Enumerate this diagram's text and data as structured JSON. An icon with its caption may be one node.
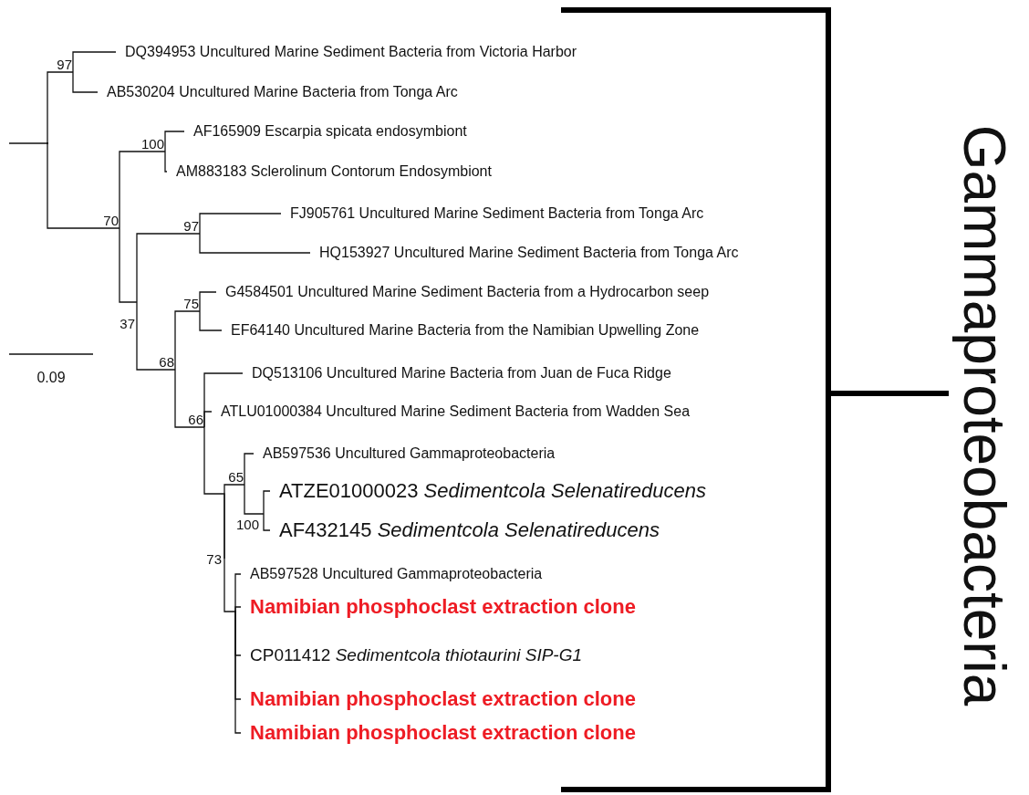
{
  "diagram": {
    "nodes": [
      {
        "text": [],
        "shape": "point"
      },
      {
        "text": [
          "97"
        ]
      },
      {
        "text": [
          "DQ394953 Uncultured Marine Sediment Bacteria from Victoria Harbor"
        ]
      },
      {
        "text": [
          "AB530204 Uncultured Marine Bacteria from Tonga Arc"
        ]
      },
      {
        "text": [
          "70"
        ]
      },
      {
        "text": [
          "100"
        ]
      },
      {
        "text": [
          "AF165909 Escarpia spicata endosymbiont"
        ]
      },
      {
        "text": [
          "AM883183 Sclerolinum Contorum Endosymbiont"
        ]
      },
      {
        "text": [
          "37"
        ]
      },
      {
        "text": [
          "97"
        ]
      },
      {
        "text": [
          "FJ905761 Uncultured Marine Sediment Bacteria from Tonga Arc"
        ]
      },
      {
        "text": [
          "HQ153927 Uncultured Marine Sediment Bacteria from Tonga Arc"
        ]
      },
      {
        "text": [
          "68"
        ]
      },
      {
        "text": [
          "75"
        ]
      },
      {
        "text": [
          "G4584501 Uncultured Marine Sediment Bacteria from a Hydrocarbon seep"
        ]
      },
      {
        "text": [
          "EF64140 Uncultured Marine Bacteria from the Namibian Upwelling Zone"
        ]
      },
      {
        "text": [
          "66"
        ]
      },
      {
        "text": [
          "DQ513106 Uncultured Marine Bacteria from Juan de Fuca Ridge"
        ]
      },
      {
        "text": [
          "ATLU01000384 Uncultured Marine Sediment Bacteria from Wadden Sea"
        ]
      },
      {
        "text": [
          "73"
        ]
      },
      {
        "text": [
          "65"
        ]
      },
      {
        "text": [
          "AB597536 Uncultured Gammaproteobacteria"
        ]
      },
      {
        "text": [
          "100"
        ]
      },
      {
        "text": [
          "ATZE01000023 *Sedimentcola Selenatireducens*"
        ]
      },
      {
        "text": [
          "AF432145 *Sedimentcola Selenatireducens*"
        ]
      },
      {
        "text": [],
        "shape": "point"
      },
      {
        "text": [
          "AB597528 Uncultured Gammaproteobacteria"
        ]
      },
      {
        "text": [
          "Namibian phosphoclast extraction clone"
        ]
      },
      {
        "text": [
          "CP011412 *Sedimentcola thiotaurini SIP-G1*"
        ]
      },
      {
        "text": [
          "Namibian phosphoclast extraction clone"
        ]
      },
      {
        "text": [
          "Namibian phosphoclast extraction clone"
        ]
      }
    ],
    "edges": [
      {
        "from": null,
        "to": 0,
        "arrow": "none"
      },
      {
        "from": 0,
        "to": 1,
        "arrow": "none"
      },
      {
        "from": 0,
        "to": 4,
        "arrow": "none"
      },
      {
        "from": 1,
        "to": 2,
        "arrow": "none"
      },
      {
        "from": 1,
        "to": 3,
        "arrow": "none"
      },
      {
        "from": 4,
        "to": 5,
        "arrow": "none"
      },
      {
        "from": 4,
        "to": 8,
        "arrow": "none"
      },
      {
        "from": 5,
        "to": 6,
        "arrow": "none"
      },
      {
        "from": 5,
        "to": 7,
        "arrow": "none"
      },
      {
        "from": 8,
        "to": 9,
        "arrow": "none"
      },
      {
        "from": 8,
        "to": 12,
        "arrow": "none"
      },
      {
        "from": 9,
        "to": 10,
        "arrow": "none"
      },
      {
        "from": 9,
        "to": 11,
        "arrow": "none"
      },
      {
        "from": 12,
        "to": 13,
        "arrow": "none"
      },
      {
        "from": 12,
        "to": 16,
        "arrow": "none"
      },
      {
        "from": 13,
        "to": 14,
        "arrow": "none"
      },
      {
        "from": 13,
        "to": 15,
        "arrow": "none"
      },
      {
        "from": 16,
        "to": 17,
        "arrow": "none"
      },
      {
        "from": 16,
        "to": 18,
        "arrow": "none"
      },
      {
        "from": 16,
        "to": 19,
        "arrow": "none"
      },
      {
        "from": 19,
        "to": 20,
        "arrow": "none"
      },
      {
        "from": 19,
        "to": 25,
        "arrow": "none"
      },
      {
        "from": 20,
        "to": 21,
        "arrow": "none"
      },
      {
        "from": 20,
        "to": 22,
        "arrow": "none"
      },
      {
        "from": 22,
        "to": 23,
        "arrow": "none"
      },
      {
        "from": 22,
        "to": 24,
        "arrow": "none"
      },
      {
        "from": 25,
        "to": 26,
        "arrow": "none"
      },
      {
        "from": 25,
        "to": 27,
        "arrow": "none"
      },
      {
        "from": 25,
        "to": 28,
        "arrow": "none"
      },
      {
        "from": 25,
        "to": 29,
        "arrow": "none"
      },
      {
        "from": 25,
        "to": 30,
        "arrow": "none"
      }
    ],
    "labels": [
      "0.09",
      "Gammaproteobacteria"
    ]
  }
}
